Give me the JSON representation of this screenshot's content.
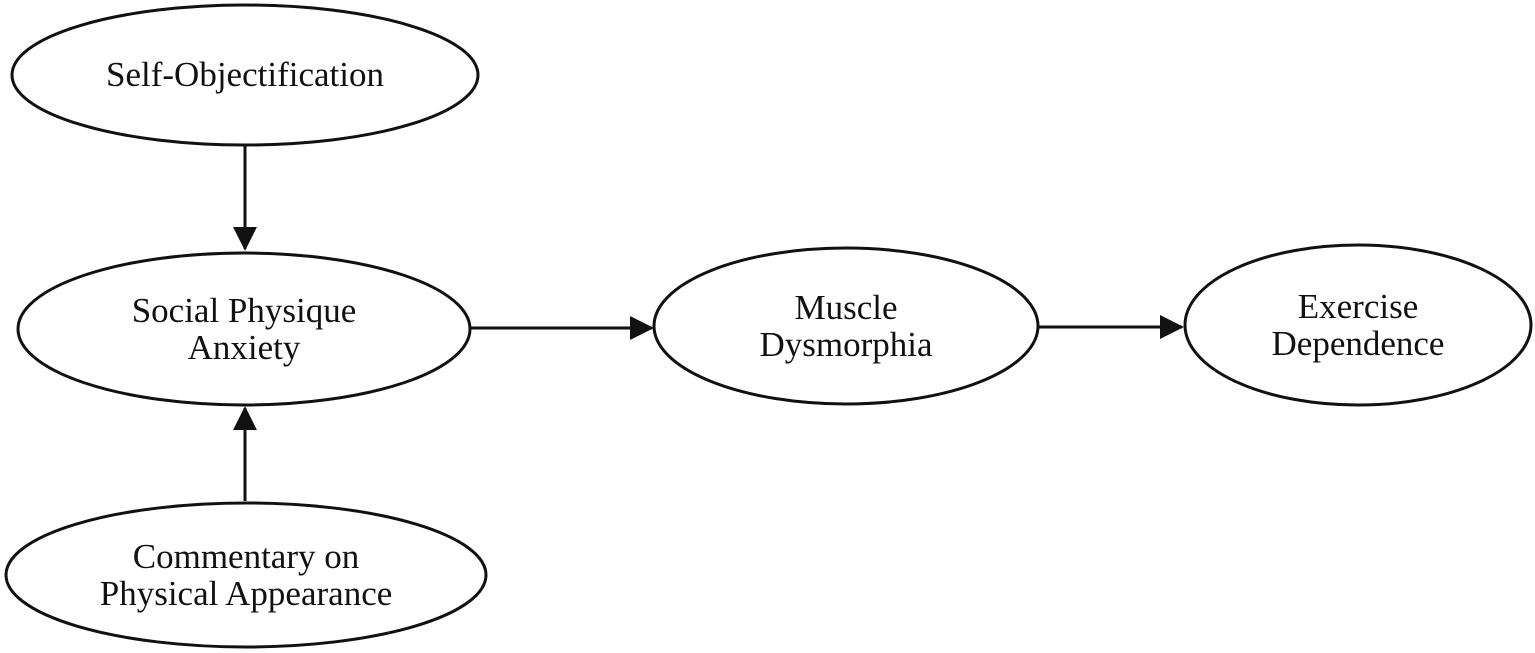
{
  "diagram": {
    "background_color": "#ffffff",
    "stroke_color": "#111111",
    "text_color": "#111111",
    "nodes": [
      {
        "id": "self-objectification",
        "label": "Self-Objectification"
      },
      {
        "id": "social-physique-anxiety",
        "label": "Social Physique\nAnxiety"
      },
      {
        "id": "commentary-on-physical-appearance",
        "label": "Commentary on\nPhysical Appearance"
      },
      {
        "id": "muscle-dysmorphia",
        "label": "Muscle\nDysmorphia"
      },
      {
        "id": "exercise-dependence",
        "label": "Exercise\nDependence"
      }
    ],
    "edges": [
      {
        "from": "self-objectification",
        "to": "social-physique-anxiety",
        "direction": "down"
      },
      {
        "from": "commentary-on-physical-appearance",
        "to": "social-physique-anxiety",
        "direction": "up"
      },
      {
        "from": "social-physique-anxiety",
        "to": "muscle-dysmorphia",
        "direction": "right"
      },
      {
        "from": "muscle-dysmorphia",
        "to": "exercise-dependence",
        "direction": "right"
      }
    ]
  }
}
